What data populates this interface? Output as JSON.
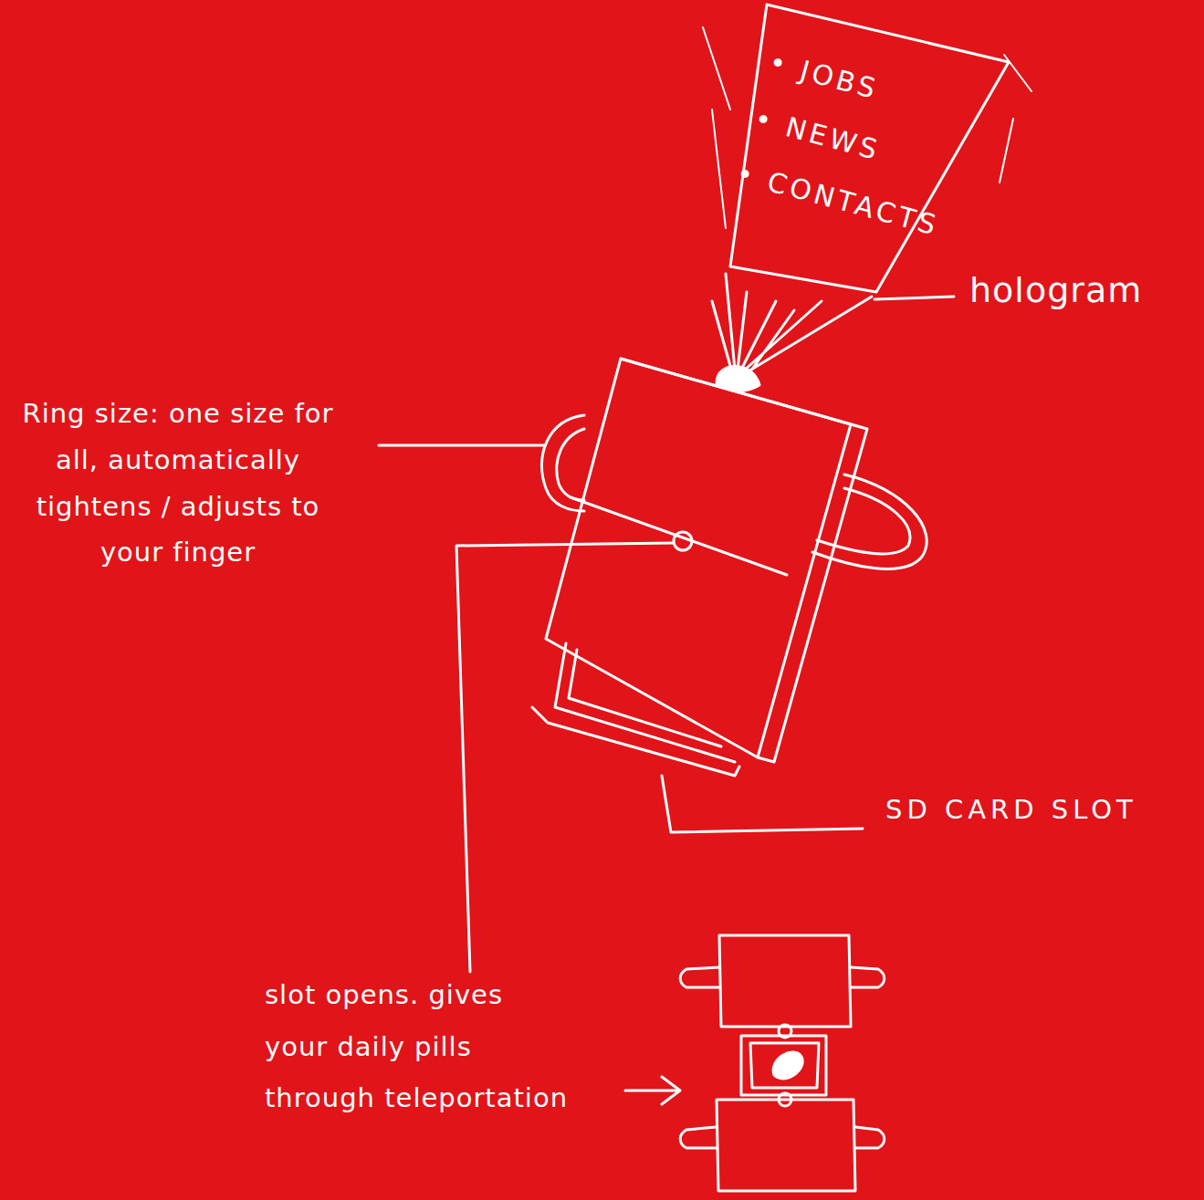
{
  "diagram": {
    "nodes": [
      {
        "text": [
          "• JOBS",
          "• NEWS",
          "• CONTACTS"
        ]
      }
    ],
    "labels": [
      "hologram",
      "Ring size: one size for all, automatically tightens / adjusts to your finger",
      "SD CARD SLOT",
      "slot opens. gives your daily pills through teleportation"
    ]
  }
}
